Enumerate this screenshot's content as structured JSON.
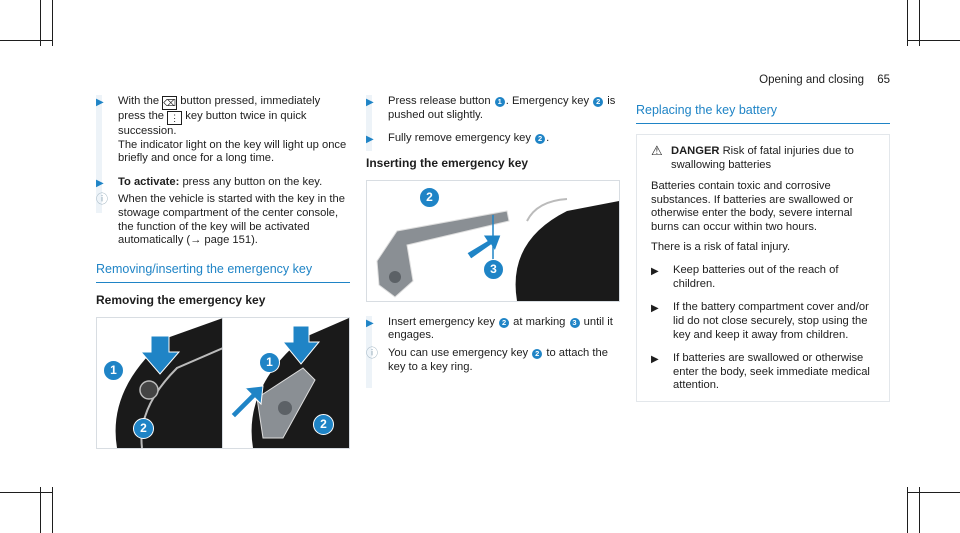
{
  "header": {
    "chapter": "Opening and closing",
    "page_number": "65"
  },
  "col1": {
    "step1_prefix": "With the",
    "step1_icon": "button-icon",
    "step1_after_icon": "button pressed, immediately press the",
    "step1_icon2": "trunk-key-icon",
    "step1_rest": "key button twice in quick succession.",
    "step1_line2": "The indicator light on the key will light up once briefly and once for a long time.",
    "step2_label": "To activate:",
    "step2_text": "press any button on the key.",
    "note": "When the vehicle is started with the key in the stowage compartment of the center console, the function of the key will be activated automatically (→ page 151).",
    "section_title": "Removing/inserting the emergency key",
    "subsection_title": "Removing the emergency key",
    "fig_left_labels": [
      "1",
      "2"
    ],
    "fig_right_labels": [
      "1",
      "2"
    ]
  },
  "col2": {
    "step1_pre": "Press release button",
    "step1_m1": "1",
    "step1_mid": ". Emergency key",
    "step1_m2": "2",
    "step1_post": "is pushed out slightly.",
    "step2_pre": "Fully remove emergency key",
    "step2_m": "2",
    "step2_post": ".",
    "subsection_title": "Inserting the emergency key",
    "fig_labels": [
      "2",
      "3"
    ],
    "step3_pre": "Insert emergency key",
    "step3_m1": "2",
    "step3_mid": "at marking",
    "step3_m2": "3",
    "step3_post": "until it engages.",
    "note_pre": "You can use emergency key",
    "note_m": "2",
    "note_post": "to attach the key to a key ring."
  },
  "col3": {
    "section_title": "Replacing the key battery",
    "danger_label": "DANGER",
    "danger_text": "Risk of fatal injuries due to swallowing batteries",
    "body1": "Batteries contain toxic and corrosive substances. If batteries are swallowed or otherwise enter the body, severe internal burns can occur within two hours.",
    "body2": "There is a risk of fatal injury.",
    "bullets": [
      "Keep batteries out of the reach of children.",
      "If the battery compartment cover and/or lid do not close securely, stop using the key and keep it away from children.",
      "If batteries are swallowed or otherwise enter the body, seek immediate medical attention."
    ]
  },
  "colors": {
    "accent": "#1f84c6",
    "text": "#1e1e1e",
    "bar": "#edf3f8"
  }
}
